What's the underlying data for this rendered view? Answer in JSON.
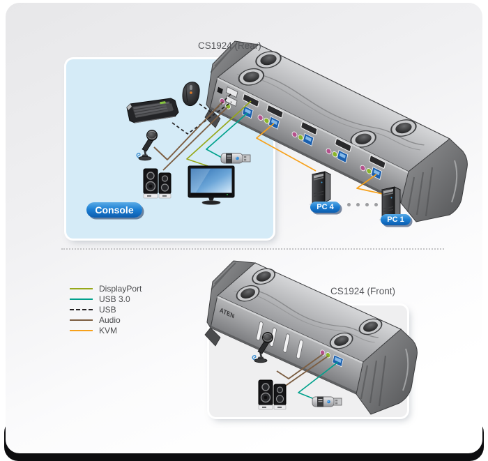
{
  "sections": {
    "rear": {
      "device_label": "CS1924 (Rear)",
      "console_badge": "Console",
      "pc4_label": "PC 4",
      "pc1_label": "PC 1",
      "ellipsis_dot_count": 4,
      "peripherals": [
        "keyboard",
        "mouse",
        "microphone",
        "speakers",
        "monitor",
        "usb-flash-drive"
      ],
      "connections": [
        {
          "from": "keyboard",
          "cable": "USB"
        },
        {
          "from": "mouse",
          "cable": "USB"
        },
        {
          "from": "microphone",
          "cable": "Audio"
        },
        {
          "from": "speakers",
          "cable": "Audio"
        },
        {
          "from": "monitor",
          "cable": "DisplayPort"
        },
        {
          "from": "usb-flash-drive",
          "cable": "USB 3.0"
        },
        {
          "from": "PC 4",
          "cable": "KVM"
        },
        {
          "from": "PC 1",
          "cable": "KVM"
        }
      ]
    },
    "front": {
      "device_label": "CS1924 (Front)",
      "aten_logo": "ATEN",
      "peripherals": [
        "microphone",
        "speakers",
        "usb-flash-drive"
      ],
      "connections": [
        {
          "from": "microphone",
          "cable": "Audio"
        },
        {
          "from": "speakers",
          "cable": "Audio"
        },
        {
          "from": "usb-flash-drive",
          "cable": "USB 3.0"
        }
      ]
    }
  },
  "legend": {
    "items": [
      {
        "label": "DisplayPort",
        "color": "#96a819",
        "dash": false
      },
      {
        "label": "USB 3.0",
        "color": "#00a18c",
        "dash": false
      },
      {
        "label": "USB",
        "color": "#232021",
        "dash": true
      },
      {
        "label": "Audio",
        "color": "#7c5e42",
        "dash": false
      },
      {
        "label": "KVM",
        "color": "#f7a11a",
        "dash": false
      }
    ]
  },
  "colors": {
    "console_panel": "#d5ebf7",
    "front_panel": "#efeff0",
    "badge_blue": "#1b7ed2",
    "card_top": "#e7e7e9"
  }
}
